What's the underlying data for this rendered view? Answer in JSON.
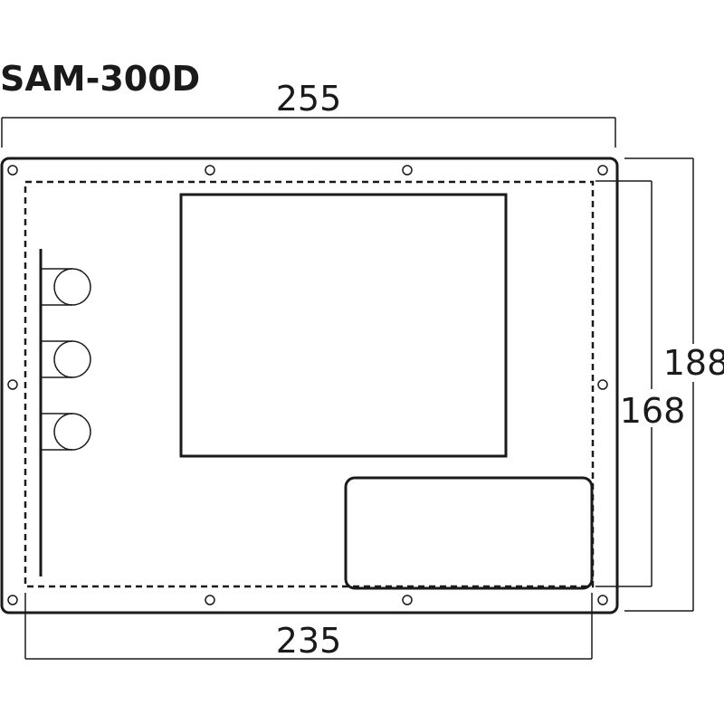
{
  "title": "SAM-300D",
  "dimensions": {
    "outer_width": "255",
    "outer_height": "188",
    "cutout_height": "168",
    "cutout_width": "235"
  },
  "colors": {
    "line": "#1a1a1a",
    "background": "#ffffff"
  }
}
